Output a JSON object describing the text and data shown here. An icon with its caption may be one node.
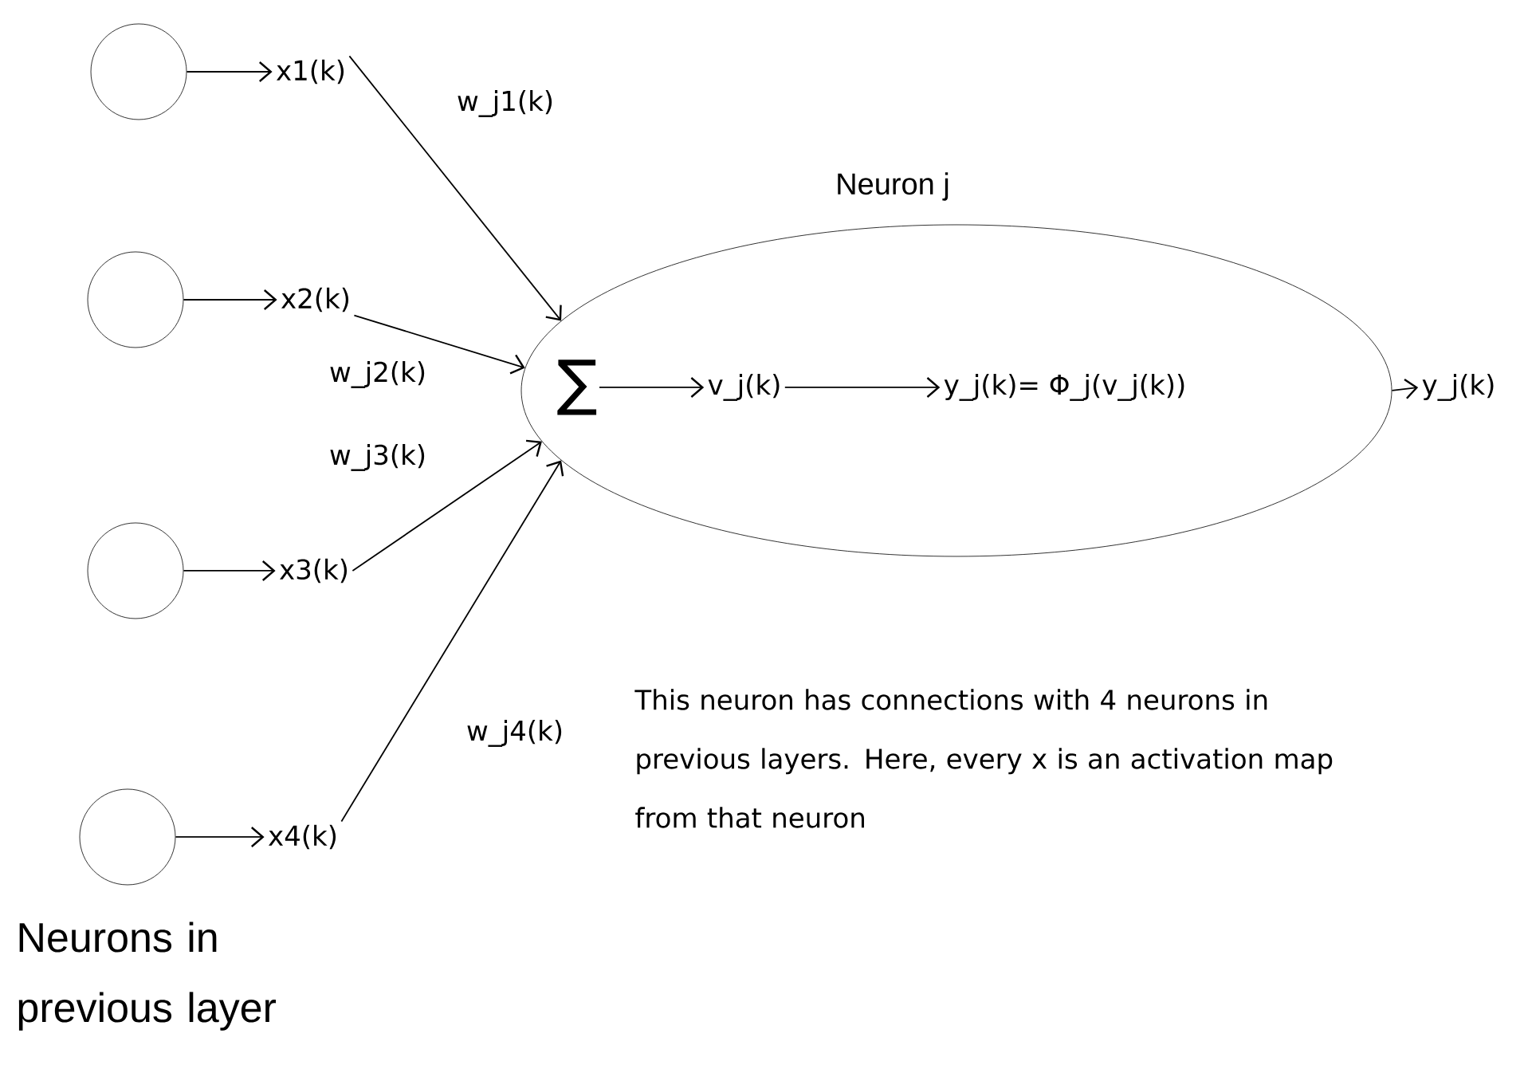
{
  "diagram": {
    "nodes": [
      {
        "text": [],
        "shape": "circle"
      },
      {
        "text": [],
        "shape": "circle"
      },
      {
        "text": [],
        "shape": "circle"
      },
      {
        "text": [],
        "shape": "circle"
      },
      {
        "text": [
          "x1(k)"
        ]
      },
      {
        "text": [
          "x2(k)"
        ]
      },
      {
        "text": [
          "x3(k)"
        ]
      },
      {
        "text": [
          "x4(k)"
        ]
      },
      {
        "text": [
          "Neuron j"
        ]
      },
      {
        "text": [
          "∑"
        ],
        "in": 8
      },
      {
        "text": [
          "v_j(k)"
        ],
        "in": 8
      },
      {
        "text": [
          "y_j(k)= Φ_j(v_j(k))"
        ],
        "in": 8
      },
      {
        "text": [
          "y_j(k)"
        ]
      }
    ],
    "edges": [
      {
        "from": 0,
        "to": 4,
        "arrow": "to"
      },
      {
        "from": 1,
        "to": 5,
        "arrow": "to"
      },
      {
        "from": 2,
        "to": 6,
        "arrow": "to"
      },
      {
        "from": 3,
        "to": 7,
        "arrow": "to"
      },
      {
        "from": 4,
        "to": 8,
        "arrow": "to",
        "label": "w_j1(k)"
      },
      {
        "from": 5,
        "to": 8,
        "arrow": "to",
        "label": "w_j2(k)"
      },
      {
        "from": 6,
        "to": 8,
        "arrow": "to",
        "label": "w_j3(k)"
      },
      {
        "from": 7,
        "to": 8,
        "arrow": "to",
        "label": "w_j4(k)"
      },
      {
        "from": 9,
        "to": 10,
        "arrow": "to"
      },
      {
        "from": 10,
        "to": 11,
        "arrow": "to"
      },
      {
        "from": 8,
        "to": 12,
        "arrow": "to"
      }
    ],
    "labels": [
      "This neuron has connections with 4 neurons in previous layers. Here, every x is an activation map from that neuron",
      "Neurons in previous layer"
    ]
  }
}
